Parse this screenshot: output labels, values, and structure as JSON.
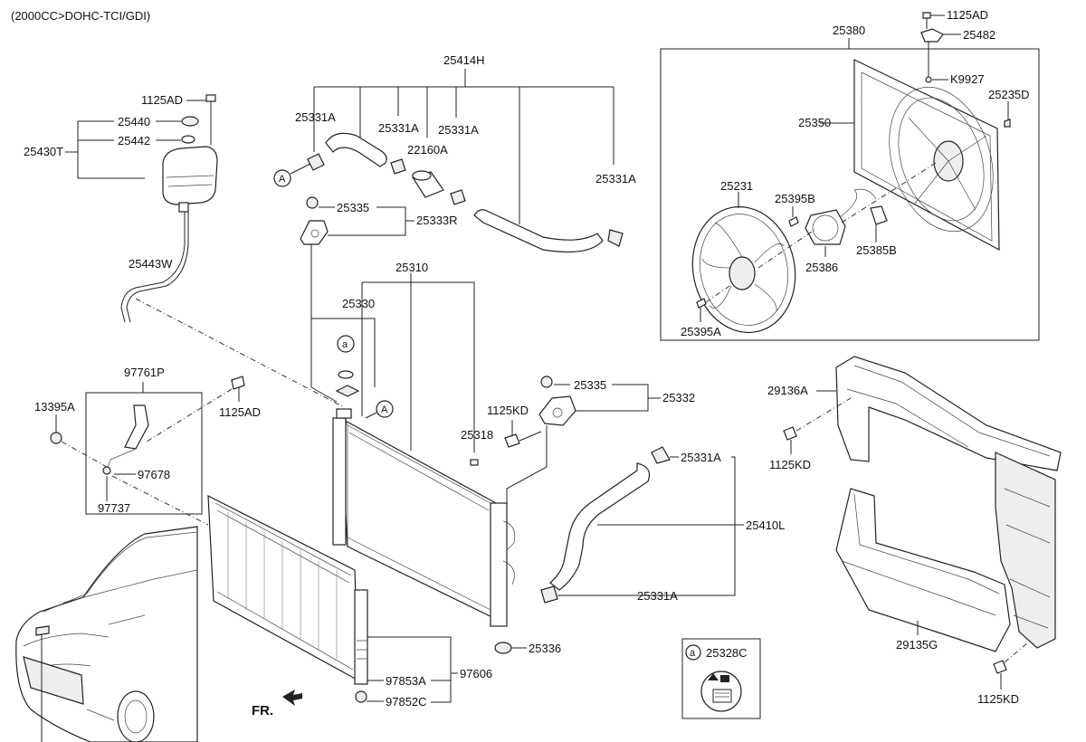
{
  "header": {
    "title": "(2000CC>DOHC-TCI/GDI)"
  },
  "labels": {
    "p1125AD_tl": "1125AD",
    "p25440": "25440",
    "p25442": "25442",
    "p25430T": "25430T",
    "p25443W": "25443W",
    "p25414H": "25414H",
    "p25331A_a": "25331A",
    "p25331A_b": "25331A",
    "p22160A": "22160A",
    "p25331A_c": "25331A",
    "p25331A_d": "25331A",
    "p25335_top": "25335",
    "p25333R": "25333R",
    "p25310": "25310",
    "p25330": "25330",
    "p97761P": "97761P",
    "p13395A": "13395A",
    "p1125AD_mid": "1125AD",
    "p97678": "97678",
    "p97737": "97737",
    "p25335_mid": "25335",
    "p25332": "25332",
    "p1125KD_mid": "1125KD",
    "p25318": "25318",
    "p25331A_e": "25331A",
    "p25410L": "25410L",
    "p25331A_f": "25331A",
    "p25336": "25336",
    "p97606": "97606",
    "p97853A": "97853A",
    "p97852C": "97852C",
    "p25328C": "25328C",
    "p25380": "25380",
    "p1125AD_tr": "1125AD",
    "p25482": "25482",
    "pK9927": "K9927",
    "p25235D": "25235D",
    "p25350": "25350",
    "p25231": "25231",
    "p25395B": "25395B",
    "p25385B": "25385B",
    "p25386": "25386",
    "p25395A": "25395A",
    "p29136A": "29136A",
    "p1125KD_r1": "1125KD",
    "p29135G": "29135G",
    "p1125KD_r2": "1125KD",
    "fr": "FR."
  },
  "callouts": {
    "a_top": "a",
    "a_legend": "a",
    "A_hose": "A",
    "A_radiator": "A"
  }
}
